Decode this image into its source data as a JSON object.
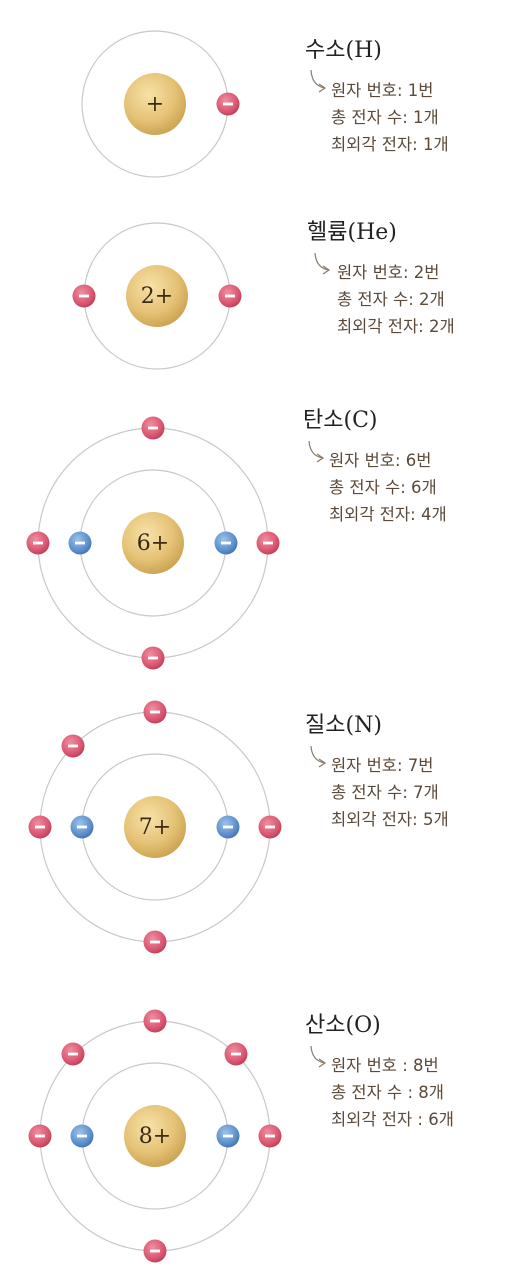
{
  "colors": {
    "electron_outer": "#d9556f",
    "electron_inner": "#5b8fc9",
    "nucleus": "#e8c77c",
    "orbit": "#c8c8c8",
    "info_text": "#5b4a3a"
  },
  "atoms": [
    {
      "name": "수소(H)",
      "nucleus_label": "+",
      "info": [
        "원자 번호: 1번",
        "총 전자 수: 1개",
        "최외각 전자: 1개"
      ],
      "shells": [
        {
          "electrons": 1,
          "color": "outer"
        }
      ]
    },
    {
      "name": "헬륨(He)",
      "nucleus_label": "2+",
      "info": [
        "원자 번호: 2번",
        "총 전자 수: 2개",
        "최외각  전자: 2개"
      ],
      "shells": [
        {
          "electrons": 2,
          "color": "outer"
        }
      ]
    },
    {
      "name": "탄소(C)",
      "nucleus_label": "6+",
      "info": [
        "원자 번호: 6번",
        "총 전자 수: 6개",
        "최외각 전자: 4개"
      ],
      "shells": [
        {
          "electrons": 2,
          "color": "inner"
        },
        {
          "electrons": 4,
          "color": "outer"
        }
      ]
    },
    {
      "name": "질소(N)",
      "nucleus_label": "7+",
      "info": [
        "원자 번호: 7번",
        "총 전자 수: 7개",
        "최외각 전자: 5개"
      ],
      "shells": [
        {
          "electrons": 2,
          "color": "inner"
        },
        {
          "electrons": 5,
          "color": "outer"
        }
      ]
    },
    {
      "name": "산소(O)",
      "nucleus_label": "8+",
      "info": [
        "원자 번호 : 8번",
        "총 전자 수 : 8개",
        "최외각 전자 : 6개"
      ],
      "shells": [
        {
          "electrons": 2,
          "color": "inner"
        },
        {
          "electrons": 6,
          "color": "outer"
        }
      ]
    }
  ]
}
